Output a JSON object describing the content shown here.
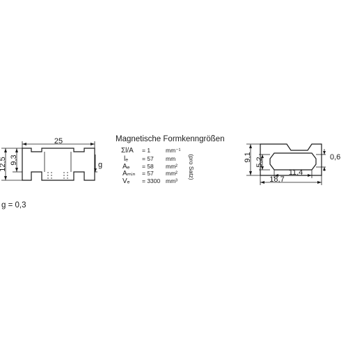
{
  "left_view": {
    "width": "25",
    "height_outer": "12,5",
    "height_inner": "9,3",
    "gap": "g"
  },
  "parameters": {
    "title": "Magnetische Formkenngrößen",
    "note": "(pro Satz)",
    "rows": [
      {
        "symbol": "Σl/A",
        "value": "= 1",
        "unit": "mm⁻¹"
      },
      {
        "symbol": "lₑ",
        "value": "= 57",
        "unit": "mm"
      },
      {
        "symbol": "Aₑ",
        "value": "= 58",
        "unit": "mm²"
      },
      {
        "symbol": "Aₘᵢₙ",
        "value": "= 57",
        "unit": "mm²"
      },
      {
        "symbol": "Vₑ",
        "value": "= 3300",
        "unit": "mm³"
      }
    ]
  },
  "right_view": {
    "height_outer": "9,1",
    "height_inner": "5,2",
    "step": "0,6",
    "inner_width": "11,4",
    "outer_width": "18,7"
  },
  "footnote": "g = 0,3"
}
